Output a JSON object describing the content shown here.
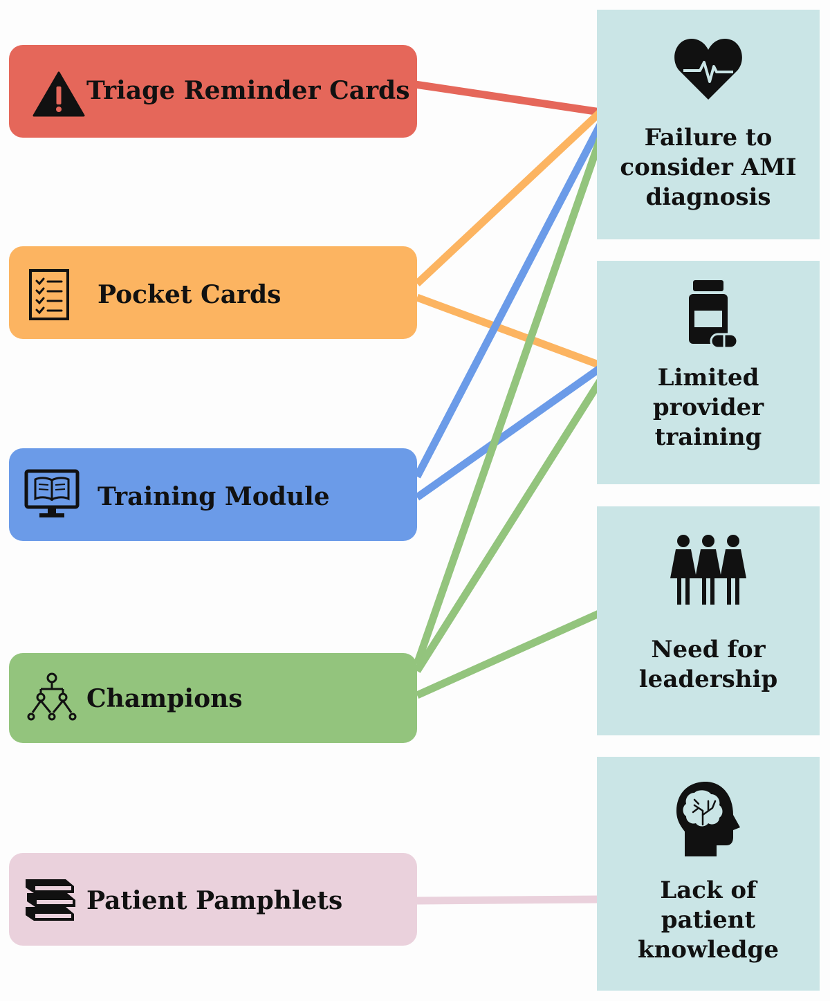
{
  "interventions": {
    "triage": {
      "label": "Triage Reminder Cards",
      "color": "#e5675a",
      "icon": "warning-icon"
    },
    "pocket": {
      "label": "Pocket Cards",
      "color": "#fcb461",
      "icon": "checklist-icon"
    },
    "training": {
      "label": "Training Module",
      "color": "#6b9be8",
      "icon": "monitor-book-icon"
    },
    "champions": {
      "label": "Champions",
      "color": "#93c47d",
      "icon": "hierarchy-icon"
    },
    "pamphlets": {
      "label": "Patient Pamphlets",
      "color": "#ead1dc",
      "icon": "books-icon"
    }
  },
  "barriers": {
    "failure": {
      "label": "Failure to\nconsider AMI\ndiagnosis",
      "icon": "heart-pulse-icon"
    },
    "limited": {
      "label": "Limited\nprovider\ntraining",
      "icon": "pill-bottle-icon"
    },
    "leadership": {
      "label": "Need for\nleadership",
      "icon": "people-group-icon"
    },
    "knowledge": {
      "label": "Lack of\npatient\nknowledge",
      "icon": "brain-head-icon"
    }
  },
  "connections": [
    {
      "from": "triage",
      "to": "failure",
      "color": "#e5675a"
    },
    {
      "from": "pocket",
      "to": "failure",
      "color": "#fcb461"
    },
    {
      "from": "pocket",
      "to": "limited",
      "color": "#fcb461"
    },
    {
      "from": "training",
      "to": "failure",
      "color": "#6b9be8"
    },
    {
      "from": "training",
      "to": "limited",
      "color": "#6b9be8"
    },
    {
      "from": "champions",
      "to": "failure",
      "color": "#93c47d"
    },
    {
      "from": "champions",
      "to": "limited",
      "color": "#93c47d"
    },
    {
      "from": "champions",
      "to": "leadership",
      "color": "#93c47d"
    },
    {
      "from": "pamphlets",
      "to": "knowledge",
      "color": "#ead1dc"
    }
  ]
}
